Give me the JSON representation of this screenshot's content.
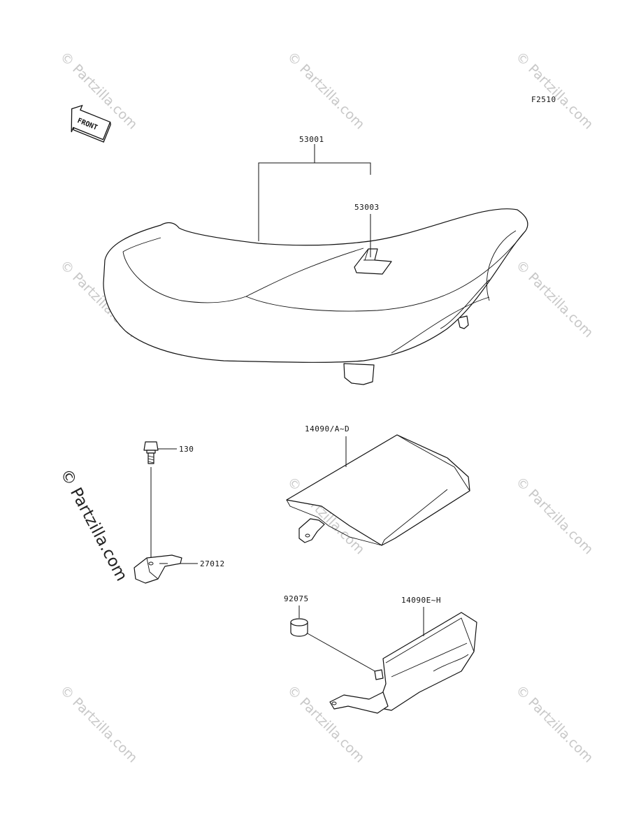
{
  "diagram": {
    "code": "F2510",
    "front_label": "FRONT",
    "watermark": "© Partzilla.com",
    "watermark_vertical": "© Partzilla.com",
    "parts": [
      {
        "id": "seat",
        "label": "53001"
      },
      {
        "id": "strap",
        "label": "53003"
      },
      {
        "id": "bolt",
        "label": "130"
      },
      {
        "id": "bracket",
        "label": "27012"
      },
      {
        "id": "cowl",
        "label": "14090/A~D"
      },
      {
        "id": "grommet",
        "label": "92075"
      },
      {
        "id": "side-cover",
        "label": "14090E~H"
      }
    ]
  }
}
